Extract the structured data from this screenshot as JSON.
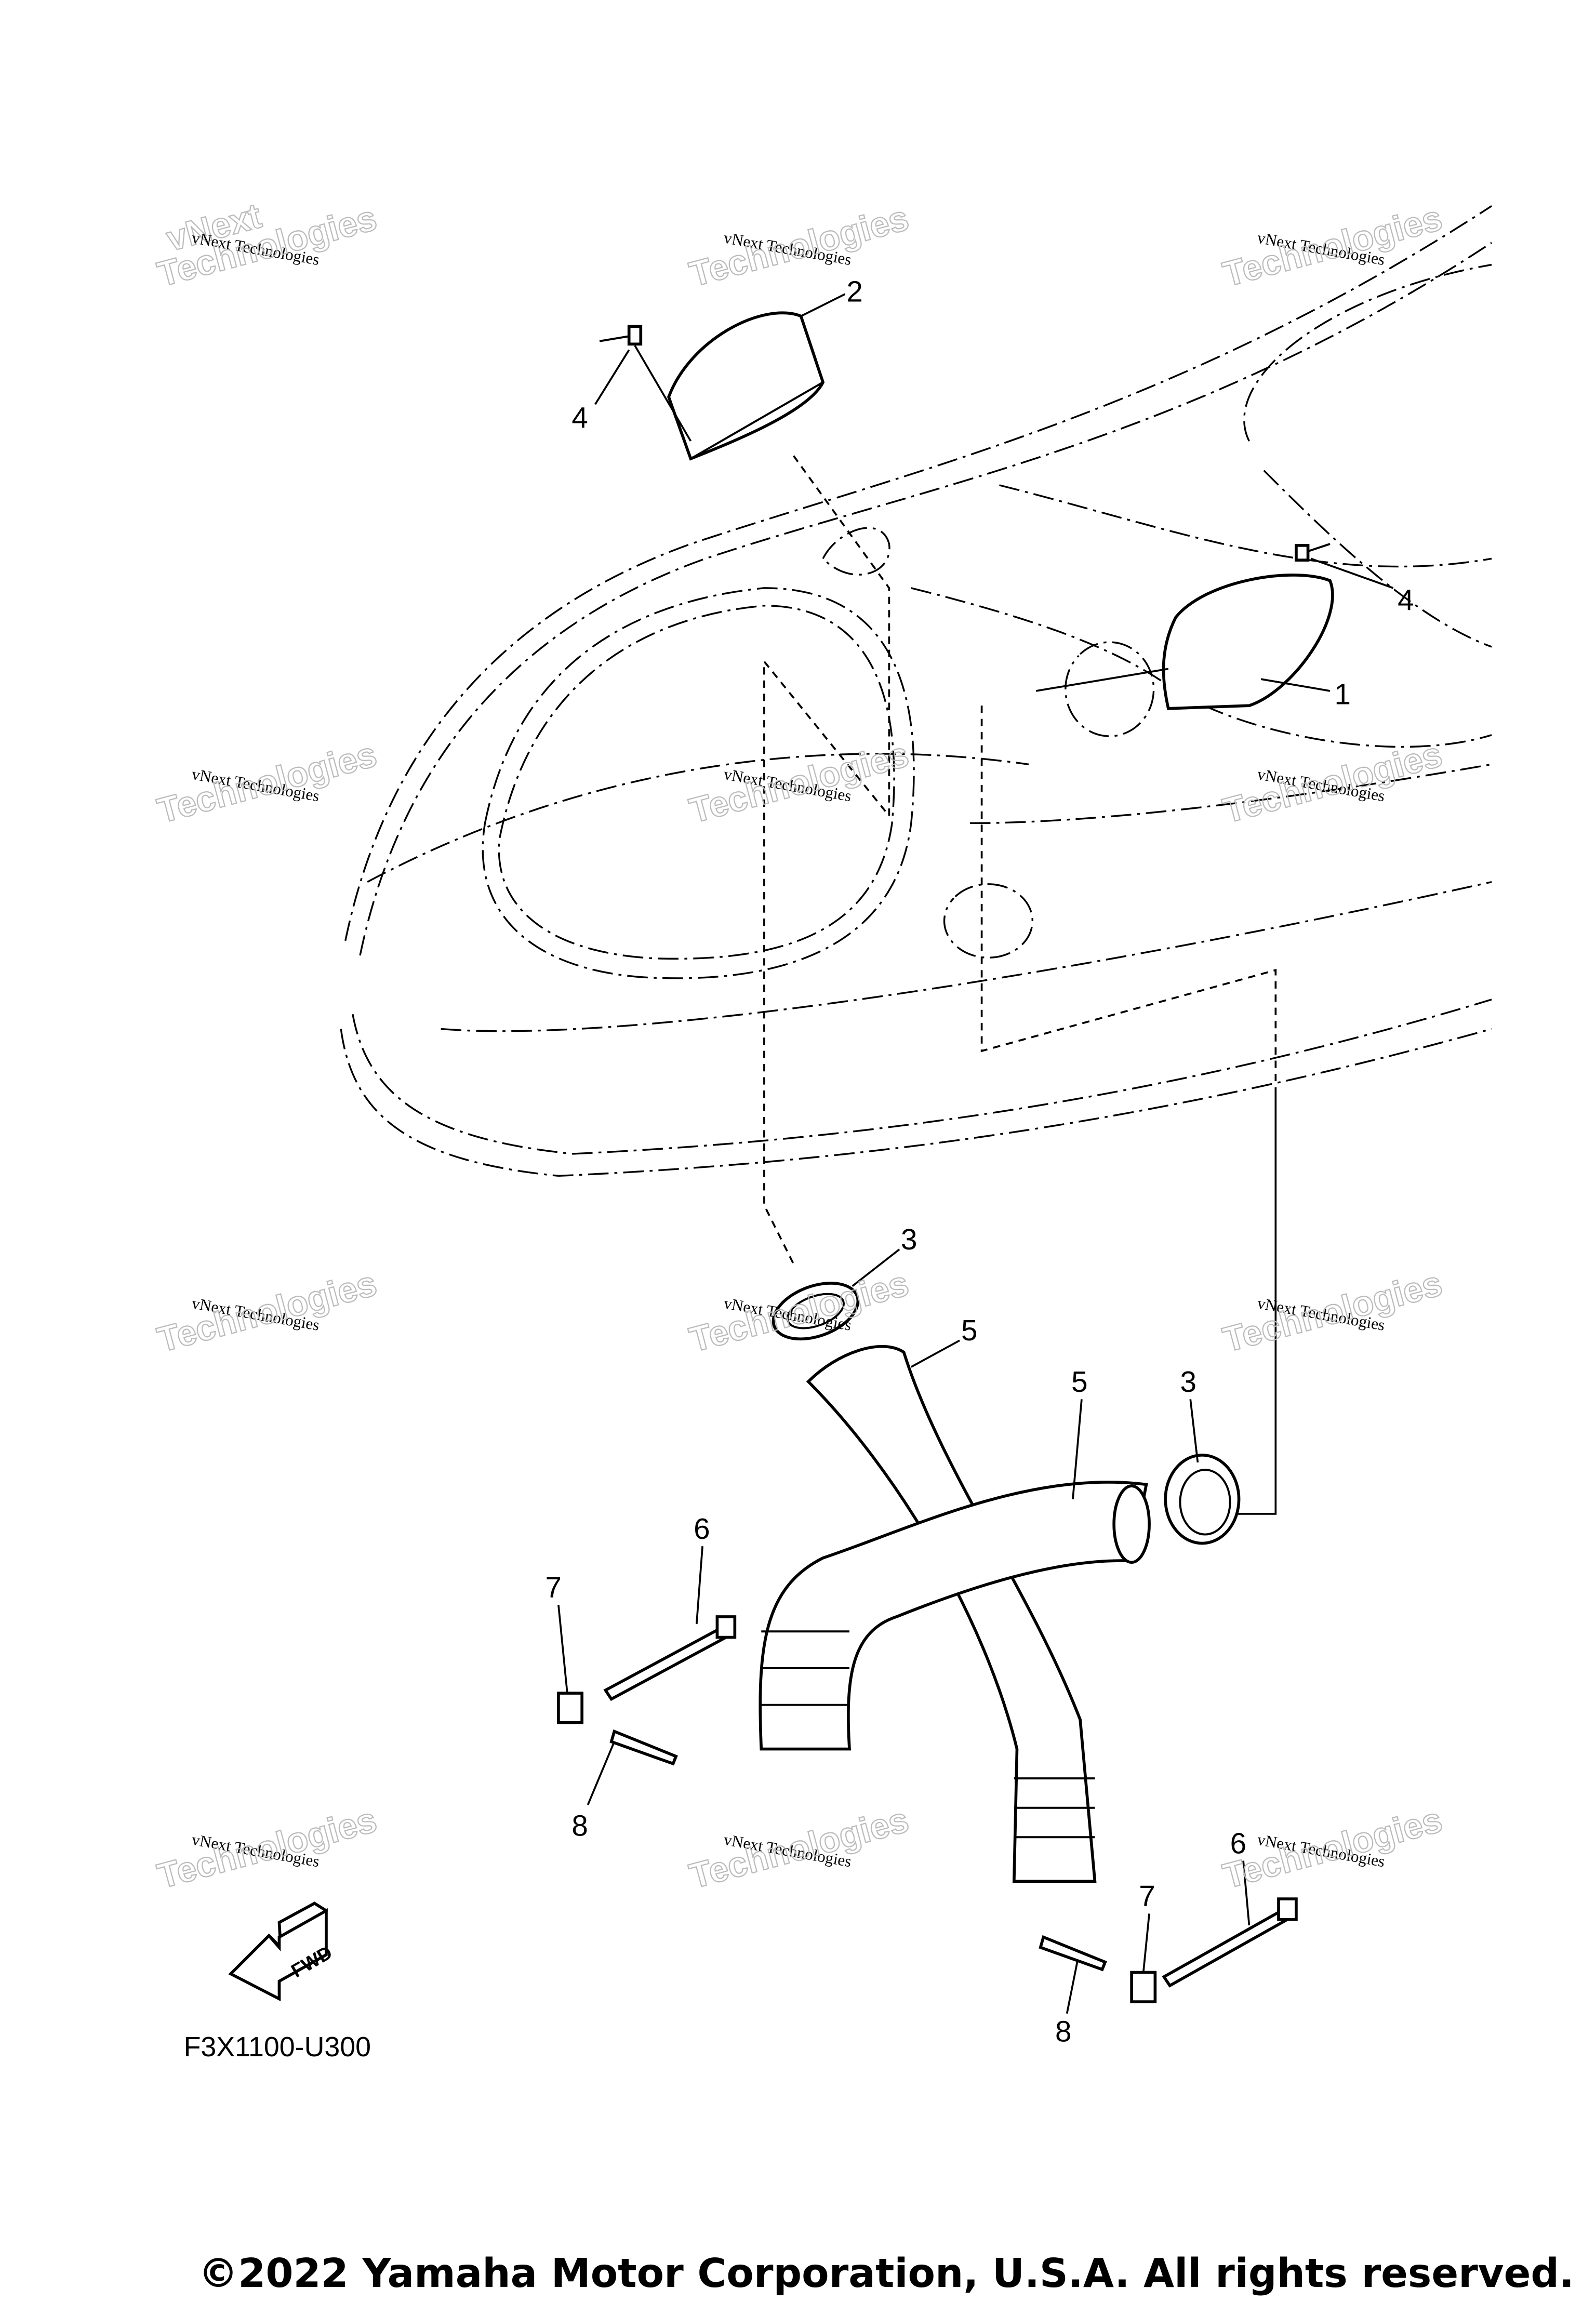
{
  "diagram": {
    "code": "F3X1100-U300",
    "fwd_label": "FWD",
    "copyright": "©2022 Yamaha Motor Corporation, U.S.A. All rights reserved.",
    "watermark_line": "vNext Technologies",
    "watermark_big_1": "vNext",
    "watermark_big_2": "Technologies",
    "callouts": [
      "2",
      "4",
      "4",
      "1",
      "3",
      "5",
      "5",
      "3",
      "6",
      "7",
      "8",
      "6",
      "7",
      "8"
    ]
  }
}
